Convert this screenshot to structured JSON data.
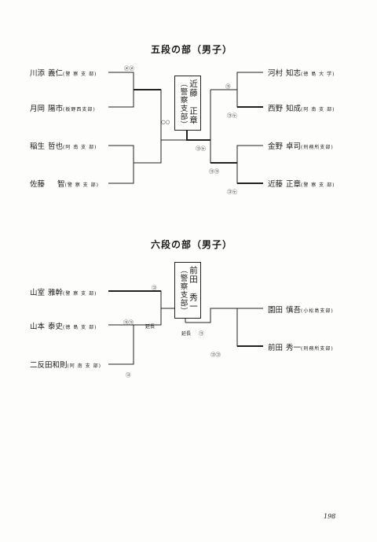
{
  "sections": [
    {
      "title": "五段の部（男子）",
      "winner": {
        "col1": "近藤　正章",
        "col2": "（警察支部）"
      },
      "left": [
        {
          "surname": "川添",
          "given": "義仁",
          "club": "(警 察 支 部)"
        },
        {
          "surname": "月岡",
          "given": "陽市",
          "club": "(板野西支部)"
        },
        {
          "surname": "稲生",
          "given": "哲也",
          "club": "(阿 南 支 部)"
        },
        {
          "surname": "佐藤",
          "given": "智",
          "club": "(警 察 支 部)"
        }
      ],
      "right": [
        {
          "surname": "河村",
          "given": "知志",
          "club": "(徳 島 大 学)"
        },
        {
          "surname": "西野",
          "given": "知成",
          "club": "(阿 南 支 部)"
        },
        {
          "surname": "金野",
          "given": "卓司",
          "club": "(刑務所支部)"
        },
        {
          "surname": "近藤",
          "given": "正章",
          "club": "(警 察 支 部)"
        }
      ],
      "marks": [
        "㋱㋱",
        "○○",
        "㋙",
        "㋙㋘",
        "㋙㋘",
        "㋙㋙",
        "㋙㋘"
      ]
    },
    {
      "title": "六段の部（男子）",
      "winner": {
        "col1": "前田　秀一",
        "col2": "（警察支部）"
      },
      "left": [
        {
          "surname": "山室",
          "given": "雅幹",
          "club": "(警 察 支 部)"
        },
        {
          "surname": "山本",
          "given": "泰史",
          "club": "(徳 島 支 部)"
        },
        {
          "surname": "二反田和則",
          "given": "",
          "club": "(阿 南 支 部)"
        }
      ],
      "right": [
        {
          "surname": "園田",
          "given": "慎吾",
          "club": "(小松島支部)"
        },
        {
          "surname": "前田",
          "given": "秀一",
          "club": "(刑務所支部)"
        }
      ],
      "marks": [
        "㋙",
        "㋙㋙",
        "延長",
        "延長",
        "㋙",
        "㋙㋙",
        "㋙"
      ]
    }
  ],
  "page_number": "198"
}
